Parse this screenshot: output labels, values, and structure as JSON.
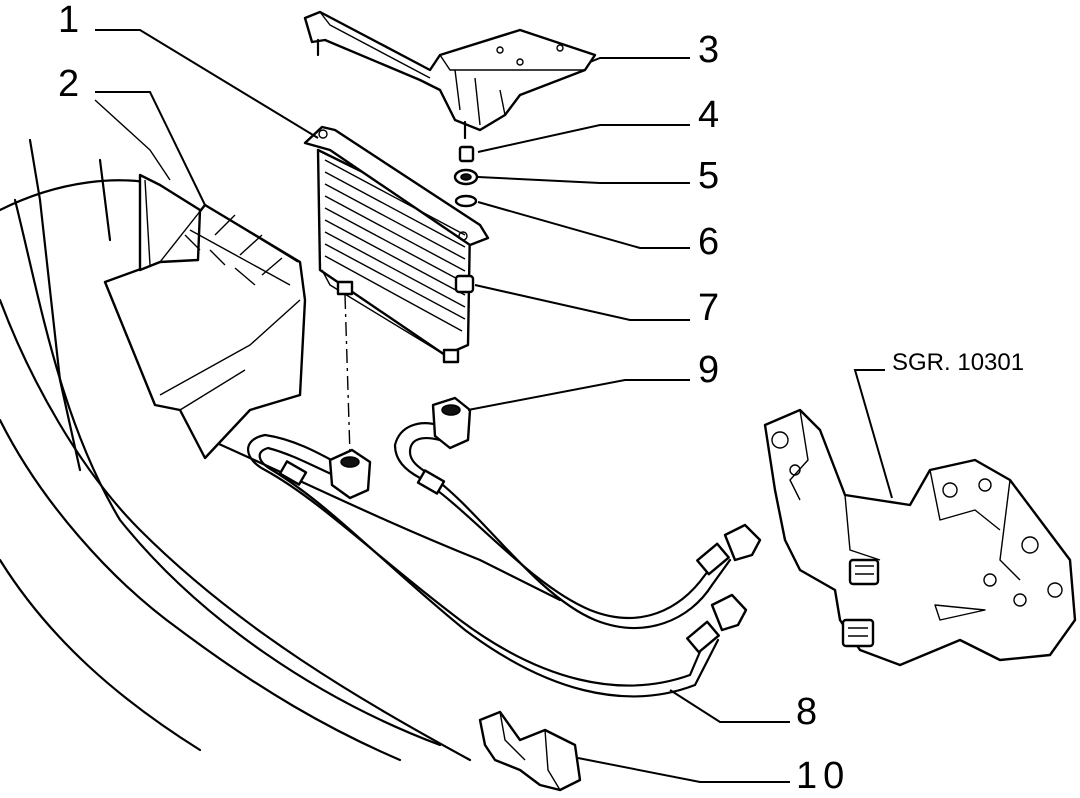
{
  "callouts": [
    {
      "id": "1",
      "label": "1"
    },
    {
      "id": "2",
      "label": "2"
    },
    {
      "id": "3",
      "label": "3"
    },
    {
      "id": "4",
      "label": "4"
    },
    {
      "id": "5",
      "label": "5"
    },
    {
      "id": "6",
      "label": "6"
    },
    {
      "id": "7",
      "label": "7"
    },
    {
      "id": "8",
      "label": "8"
    },
    {
      "id": "9",
      "label": "9"
    },
    {
      "id": "10",
      "label": "10"
    }
  ],
  "reference": {
    "label": "SGR. 10301"
  }
}
